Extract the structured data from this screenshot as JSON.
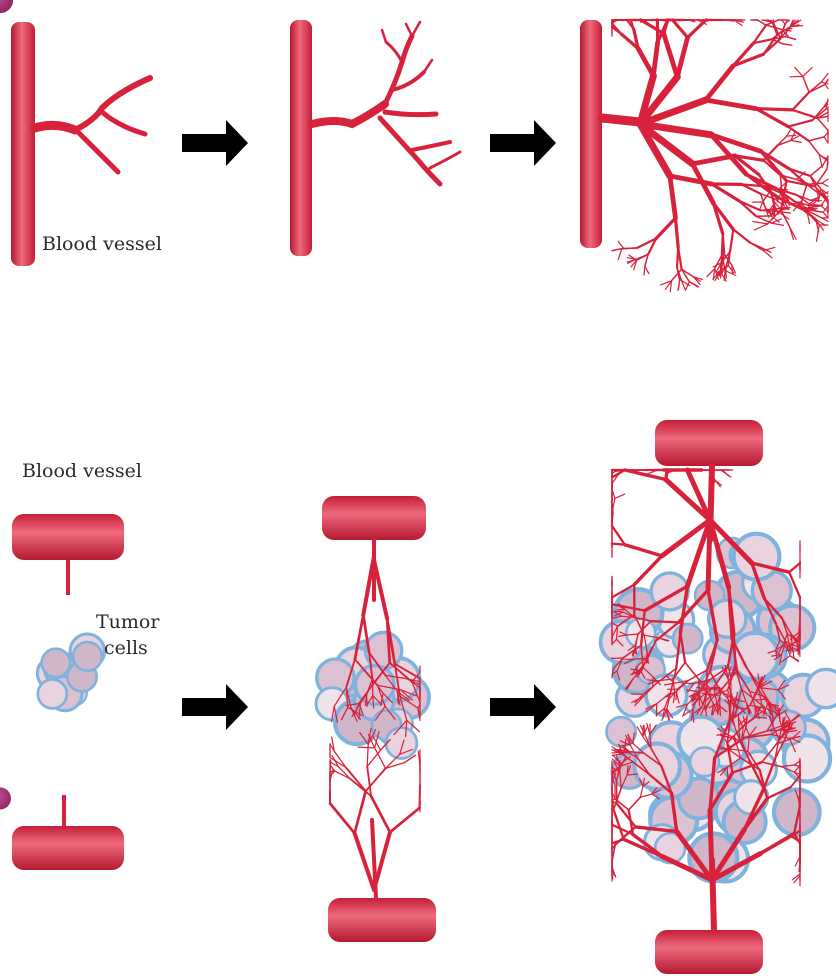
{
  "labels": {
    "top_vessel": "Blood vessel",
    "bottom_vessel": "Blood vessel",
    "tumor_line1": "Tumor",
    "tumor_line2": "cells"
  },
  "colors": {
    "vessel": "#d8213b",
    "vessel_dark": "#b5182f",
    "vessel_light": "#ee6a7d",
    "arrow": "#000000",
    "cell_ring": "#7fb2dd",
    "cell_body": "#dcc1d3",
    "cell_nucleus": "#b0357a"
  },
  "icons": [
    "arrow-right-icon",
    "blood-vessel-icon",
    "tumor-cell-icon"
  ]
}
